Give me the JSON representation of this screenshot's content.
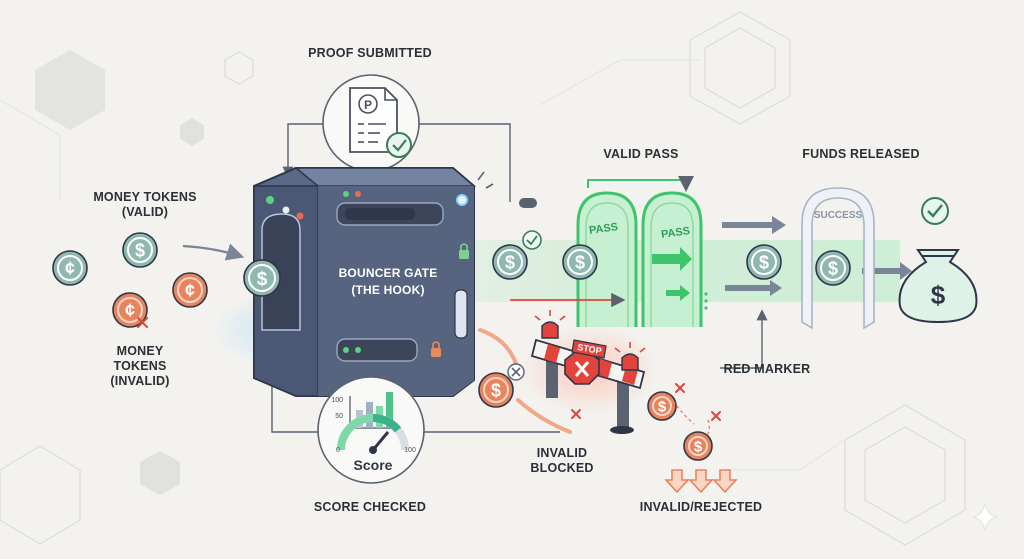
{
  "labels": {
    "proof_submitted": "PROOF SUBMITTED",
    "valid_pass": "VALID PASS",
    "funds_released": "FUNDS RELEASED",
    "money_valid": "MONEY TOKENS\n(VALID)",
    "money_invalid": "MONEY\nTOKENS\n(INVALID)",
    "bouncer_gate": "BOUNCER GATE\n(THE HOOK)",
    "red_marker": "RED MARKER",
    "invalid_blocked": "INVALID\nBLOCKED",
    "score_checked": "SCORE CHECKED",
    "invalid_rejected": "INVALID/REJECTED"
  },
  "signs": {
    "pass": "PASS",
    "success": "SUCCESS",
    "stop": "STOP",
    "score": "Score",
    "proof_letter": "P"
  },
  "gauge": {
    "ticks": [
      "100",
      "50",
      "0",
      "100"
    ]
  },
  "symbols": {
    "dollar": "$",
    "cent": "¢"
  },
  "colors": {
    "valid_green": "#3ec46d",
    "invalid_orange": "#e8835d",
    "token_teal": "#8fb9b0",
    "server_slate": "#4e5d7a",
    "alert_red": "#e0443c"
  }
}
